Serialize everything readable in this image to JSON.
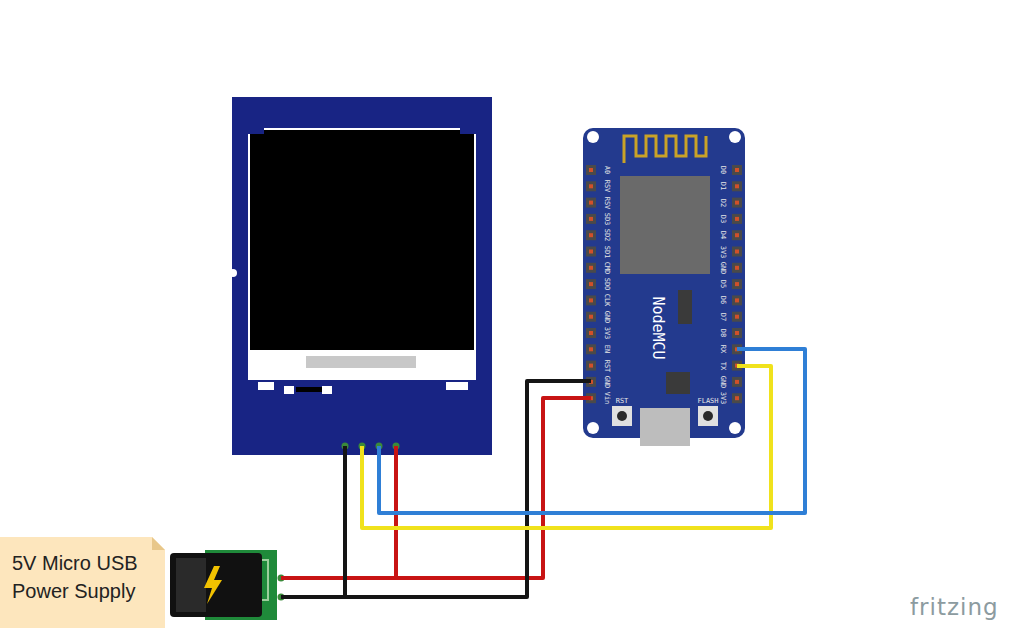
{
  "diagram": {
    "nodes": [
      {
        "text": [
          "5V Micro USB Power Supply"
        ]
      },
      {
        "text": [
          "NodeMCU"
        ]
      }
    ],
    "labels": [
      "A0",
      "RSV",
      "RSV",
      "SD3",
      "SD2",
      "SD1",
      "CMD",
      "SDO",
      "CLK",
      "GND",
      "3V3",
      "EN",
      "RST",
      "GND",
      "Vin",
      "D0",
      "D1",
      "D2",
      "D3",
      "D4",
      "3V3",
      "GND",
      "D5",
      "D6",
      "D7",
      "D8",
      "RX",
      "TX",
      "GND",
      "3V3",
      "RST",
      "FLASH",
      "fritzing"
    ]
  }
}
